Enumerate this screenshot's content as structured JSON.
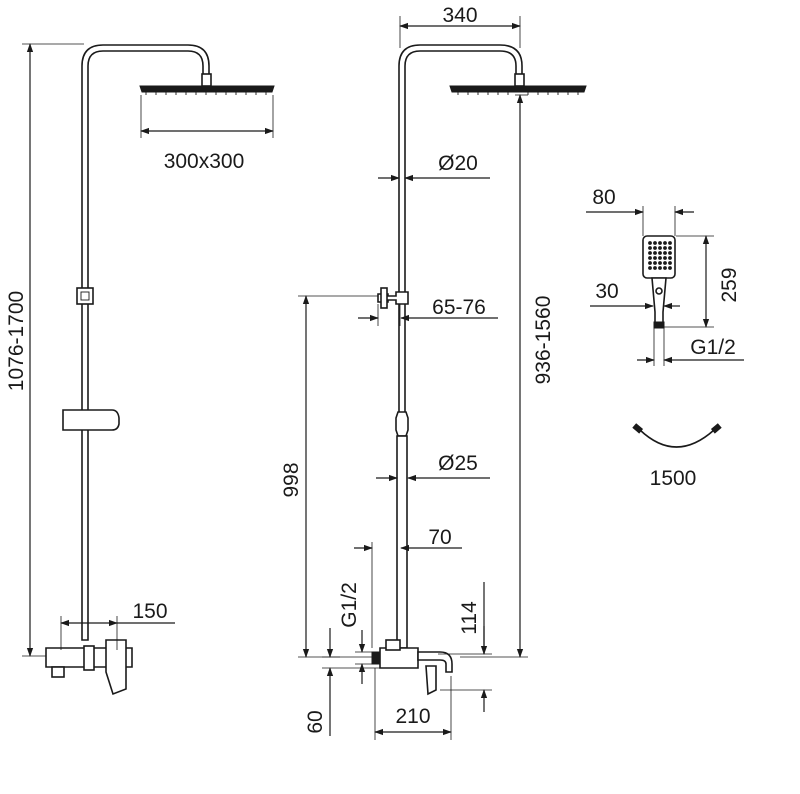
{
  "dimensions": {
    "head_size": "300x300",
    "total_height": "1076-1700",
    "faucet_spacing": "150",
    "arm_reach": "340",
    "upper_pipe_dia": "Ø20",
    "diverter_range": "65-76",
    "lower_pipe_dia": "Ø25",
    "mixer_to_arm": "998",
    "head_height": "936-1560",
    "spout_offset": "70",
    "inlet_thread": "G1/2",
    "mixer_height": "114",
    "inlet_depth": "60",
    "spout_length": "210",
    "hand_shower_width": "80",
    "hand_shower_length": "259",
    "hand_shower_neck": "30",
    "hand_shower_thread": "G1/2",
    "hose_length": "1500"
  },
  "colors": {
    "line": "#1a1a1a",
    "background": "#ffffff"
  }
}
